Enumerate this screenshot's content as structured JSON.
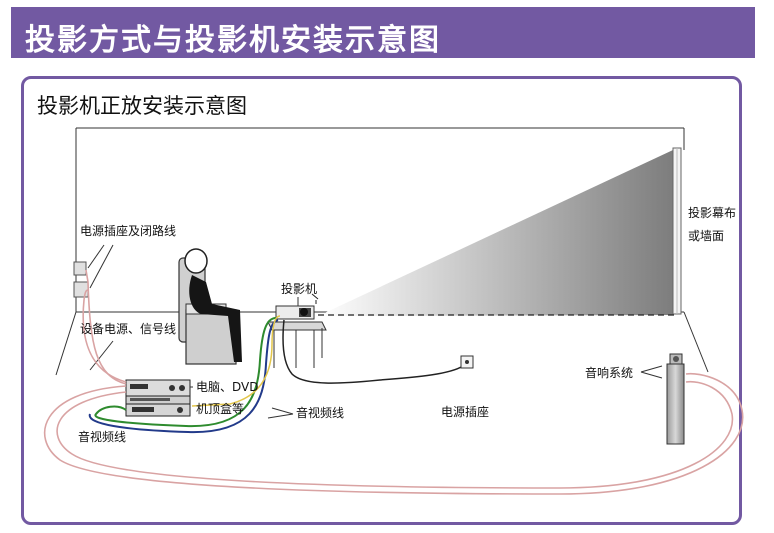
{
  "colors": {
    "header_bg": "#7259a2",
    "header_text": "#ffffff",
    "panel_border": "#7259a2",
    "power_cable": "#d9a3a3",
    "av_cable_green": "#2e8b2e",
    "av_cable_blue": "#223a8a",
    "av_cable_yellow": "#e3c64a"
  },
  "header": {
    "title": "投影方式与投影机安装示意图"
  },
  "panel": {
    "title": "投影机正放安装示意图"
  },
  "labels": {
    "power_socket_loop": "电源插座及闭路线",
    "device_power_signal": "设备电源、信号线",
    "projector": "投影机",
    "screen_line1": "投影幕布",
    "screen_line2": "或墙面",
    "pc_dvd": "电脑、DVD",
    "settop_box": "机顶盒等",
    "av_cable_center": "音视频线",
    "av_cable_left": "音视频线",
    "power_socket": "电源插座",
    "sound_system": "音响系统"
  },
  "icons": [
    "wall-socket-icon",
    "person-in-chair-icon",
    "projector-icon",
    "av-equipment-stack-icon",
    "floor-power-socket-icon",
    "speaker-column-icon",
    "projection-screen-icon"
  ]
}
